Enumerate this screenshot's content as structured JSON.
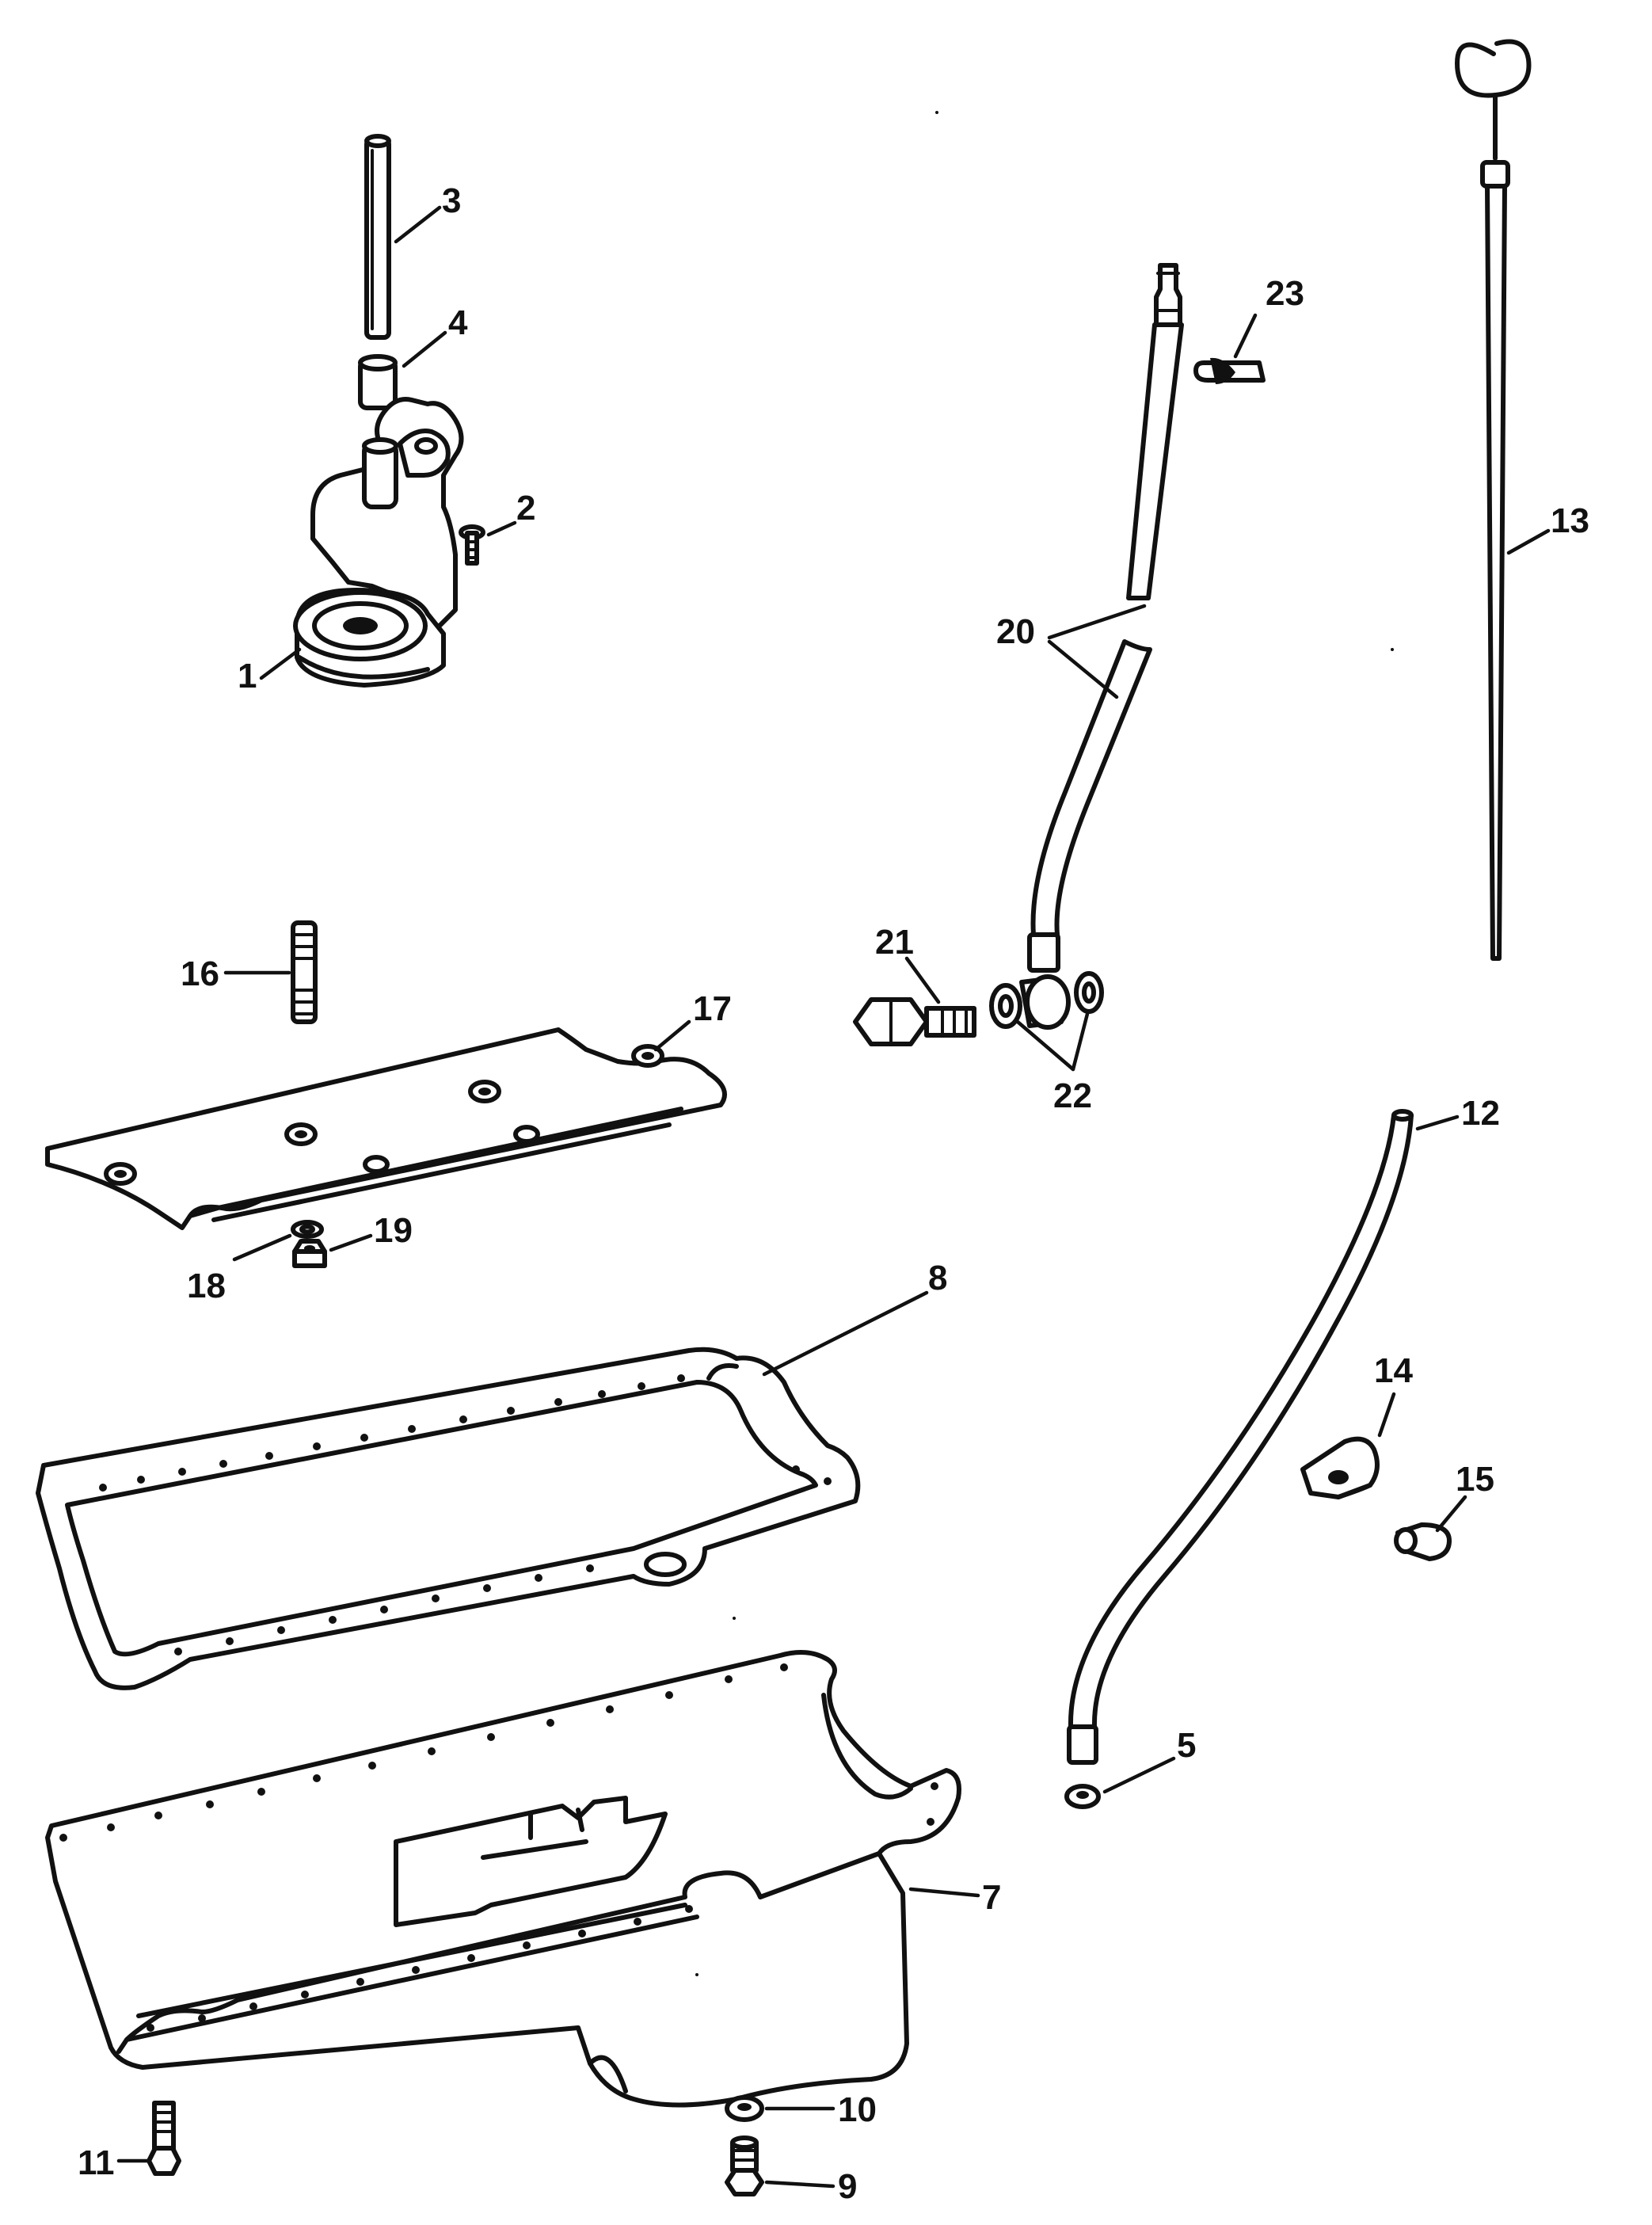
{
  "callouts": [
    {
      "id": "1",
      "label": "1"
    },
    {
      "id": "2",
      "label": "2"
    },
    {
      "id": "3",
      "label": "3"
    },
    {
      "id": "4",
      "label": "4"
    },
    {
      "id": "5",
      "label": "5"
    },
    {
      "id": "7",
      "label": "7"
    },
    {
      "id": "8",
      "label": "8"
    },
    {
      "id": "9",
      "label": "9"
    },
    {
      "id": "10",
      "label": "10"
    },
    {
      "id": "11",
      "label": "11"
    },
    {
      "id": "12",
      "label": "12"
    },
    {
      "id": "13",
      "label": "13"
    },
    {
      "id": "14",
      "label": "14"
    },
    {
      "id": "15",
      "label": "15"
    },
    {
      "id": "16",
      "label": "16"
    },
    {
      "id": "17",
      "label": "17"
    },
    {
      "id": "18",
      "label": "18"
    },
    {
      "id": "19",
      "label": "19"
    },
    {
      "id": "20",
      "label": "20"
    },
    {
      "id": "21",
      "label": "21"
    },
    {
      "id": "22",
      "label": "22"
    },
    {
      "id": "23",
      "label": "23"
    }
  ]
}
